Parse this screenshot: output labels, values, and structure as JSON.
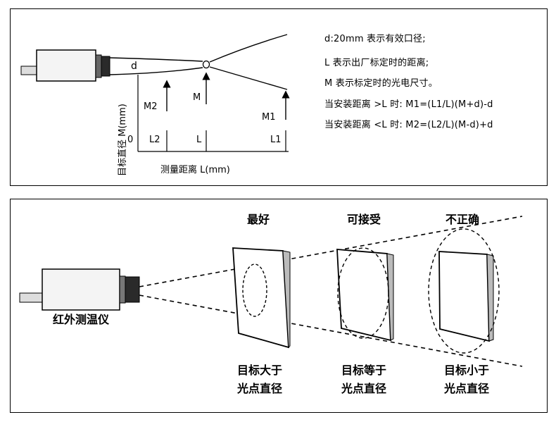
{
  "top_diagram": {
    "label_d": "d",
    "label_m": "M",
    "label_m1": "M1",
    "label_m2": "M2",
    "label_zero": "0",
    "label_l2": "L2",
    "label_l": "L",
    "label_l1": "L1",
    "y_axis_label": "目标直径 M(mm)",
    "x_axis_label": "测量距离 L(mm)",
    "notes": [
      "d:20mm 表示有效口径;",
      "L 表示出厂标定时的距离;",
      "M 表示标定时的光电尺寸。",
      "当安装距离 >L 时:  M1=(L1/L)(M+d)-d",
      "当安装距离 <L 时:  M2=(L2/L)(M-d)+d"
    ]
  },
  "bottom_diagram": {
    "device_label": "红外测温仪",
    "cases": [
      {
        "title": "最好",
        "caption_line1": "目标大于",
        "caption_line2": "光点直径"
      },
      {
        "title": "可接受",
        "caption_line1": "目标等于",
        "caption_line2": "光点直径"
      },
      {
        "title": "不正确",
        "caption_line1": "目标小于",
        "caption_line2": "光点直径"
      }
    ]
  },
  "colors": {
    "ink": "#000000",
    "device_fill": "#f4f4f4",
    "lens_fill": "#2a2a2a",
    "panel_border": "#000000"
  }
}
